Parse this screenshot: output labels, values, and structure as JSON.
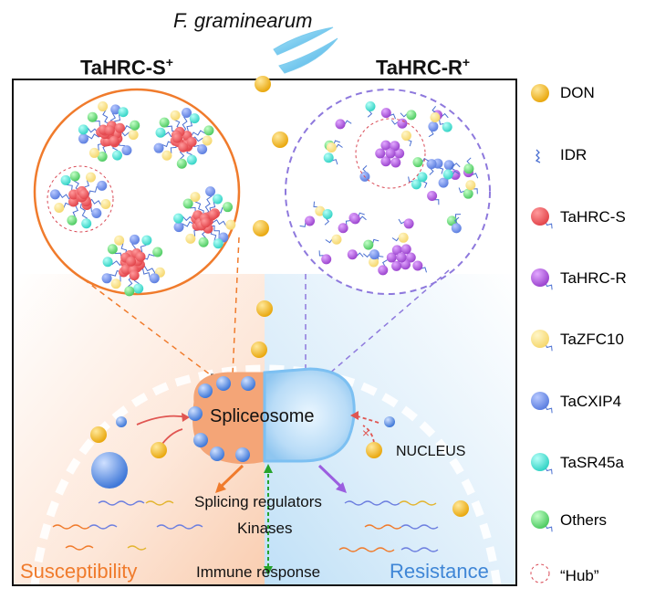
{
  "diagram": {
    "pathogen": "F. graminearum",
    "susceptible_header": "TaHRC-S",
    "resistant_header": "TaHRC-R",
    "header_superscript": "+",
    "spliceosome_label": "Spliceosome",
    "nucleus_label": "NUCLEUS",
    "center_labels": [
      "Splicing regulators",
      "Kinases",
      "Immune response"
    ],
    "outcome_left": "Susceptibility",
    "outcome_right": "Resistance"
  },
  "legend": [
    {
      "label": "DON",
      "icon": "don-sphere-icon",
      "color": "#f2b91f"
    },
    {
      "label": "IDR",
      "icon": "idr-squiggle-icon",
      "color": "#4a6fd1"
    },
    {
      "label": "TaHRC-S",
      "icon": "tahrc-s-sphere-icon",
      "color": "#ee5a5f"
    },
    {
      "label": "TaHRC-R",
      "icon": "tahrc-r-sphere-icon",
      "color": "#b764e0"
    },
    {
      "label": "TaZFC10",
      "icon": "tazfc10-sphere-icon",
      "color": "#f9e08a"
    },
    {
      "label": "TaCXIP4",
      "icon": "tacxip4-sphere-icon",
      "color": "#6f8fe6"
    },
    {
      "label": "TaSR45a",
      "icon": "tasr45a-sphere-icon",
      "color": "#4ee3d6"
    },
    {
      "label": "Others",
      "icon": "others-sphere-icon",
      "color": "#66d678"
    },
    {
      "label": "“Hub”",
      "icon": "hub-circle-icon",
      "color": "#d94a56"
    }
  ],
  "colors": {
    "susceptible": "#f07b2c",
    "resistant": "#8e79dd",
    "spliceosome": "#f4a577",
    "nucleus_right": "#c7e2f7",
    "red_accent": "#e05551",
    "green_arrow": "#27a32c"
  }
}
